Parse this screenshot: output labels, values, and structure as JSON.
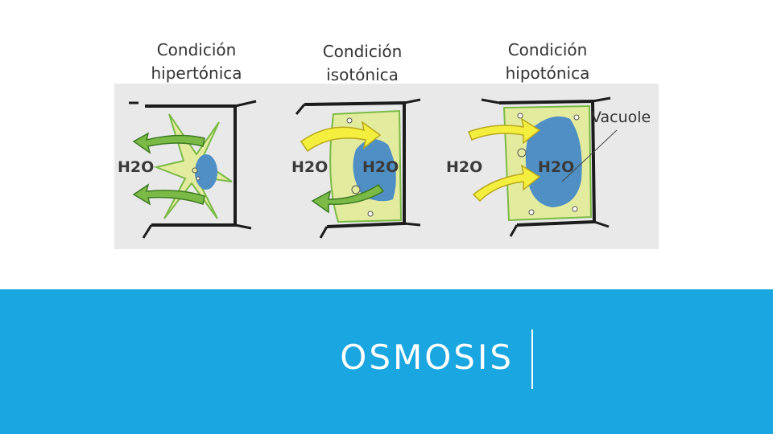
{
  "headings": {
    "hypertonic": "Condición\nhipertónica",
    "isotonic": "Condición\nisotónica",
    "hypotonic": "Condición\nhipotónica"
  },
  "labels": {
    "water": "H2O",
    "vacuole": "Vacuole"
  },
  "slide_title": "OSMOSIS",
  "colors": {
    "panel": "#e9e9e9",
    "cytoplasm": "#e3eb9e",
    "vacuole": "#4f8fc4",
    "wall": "#1c1c1c",
    "arrow_in": "#f4ee3e",
    "arrow_out": "#7cba48",
    "footer": "#1aa6e0"
  }
}
